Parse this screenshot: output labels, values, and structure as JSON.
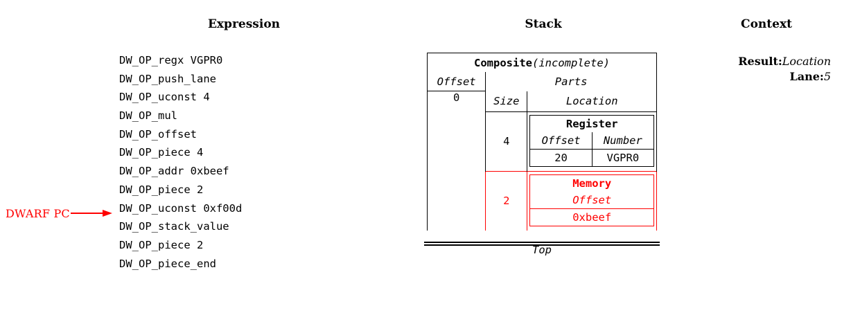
{
  "headings": {
    "expression": "Expression",
    "stack": "Stack",
    "context": "Context"
  },
  "expression": {
    "lines": [
      "DW_OP_regx VGPR0",
      "DW_OP_push_lane",
      "DW_OP_uconst 4",
      "DW_OP_mul",
      "DW_OP_offset",
      "DW_OP_piece 4",
      "DW_OP_addr 0xbeef",
      "DW_OP_piece 2",
      "DW_OP_uconst 0xf00d",
      "DW_OP_stack_value",
      "DW_OP_piece 2",
      "DW_OP_piece_end"
    ]
  },
  "pc_pointer": {
    "label": "DWARF PC",
    "points_to_line_index": 8,
    "color": "#ff0000"
  },
  "stack": {
    "title": "Composite",
    "title_suffix": "(incomplete)",
    "columns": {
      "offset": "Offset",
      "parts": "Parts",
      "size": "Size",
      "location": "Location"
    },
    "offset_value": "0",
    "parts": [
      {
        "size": "4",
        "color": "#000000",
        "location": {
          "kind": "Register",
          "fields": [
            "Offset",
            "Number"
          ],
          "values": [
            "20",
            "VGPR0"
          ]
        }
      },
      {
        "size": "2",
        "color": "#ff0000",
        "location": {
          "kind": "Memory",
          "fields": [
            "Offset"
          ],
          "values": [
            "0xbeef"
          ]
        }
      }
    ],
    "bottom_label": "Top"
  },
  "context": {
    "rows": [
      {
        "key": "Result:",
        "value": "Location"
      },
      {
        "key": "Lane:",
        "value": "5"
      }
    ]
  }
}
